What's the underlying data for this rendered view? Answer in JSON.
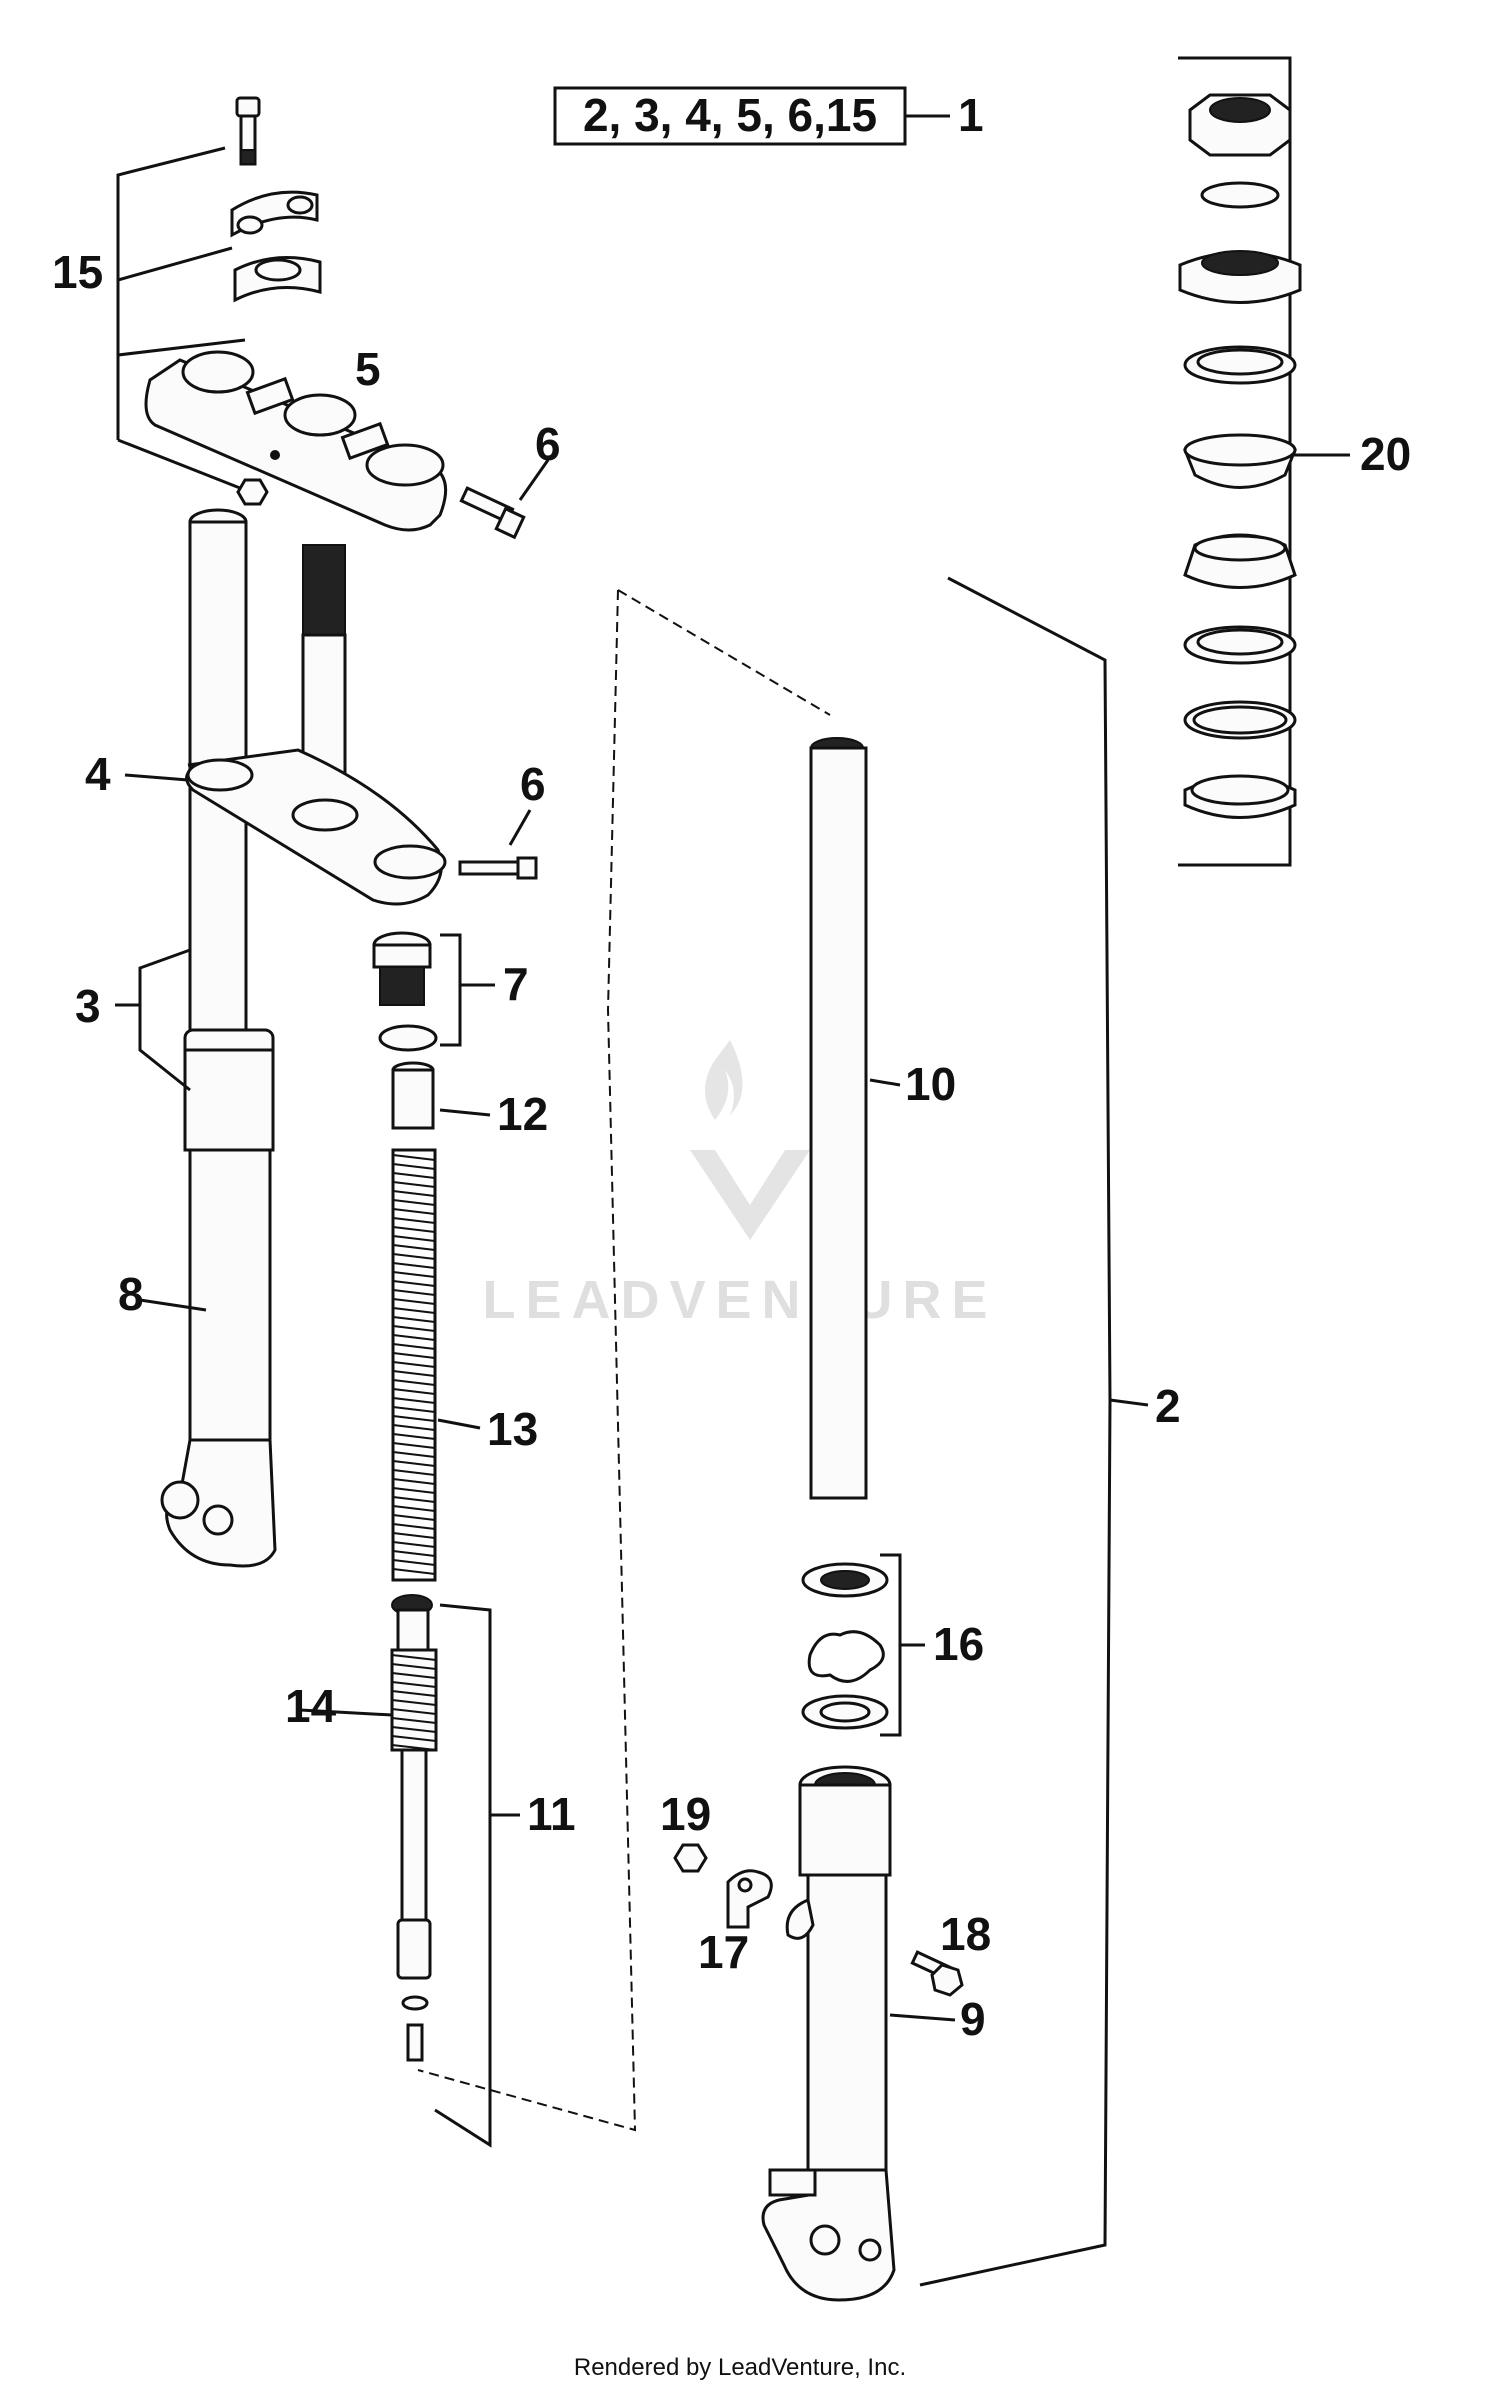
{
  "diagram": {
    "kit_box": "2, 3, 4, 5, 6,15",
    "labels": {
      "p1": "1",
      "p2": "2",
      "p3": "3",
      "p4": "4",
      "p5": "5",
      "p6a": "6",
      "p6b": "6",
      "p7": "7",
      "p8": "8",
      "p9": "9",
      "p10": "10",
      "p11": "11",
      "p12": "12",
      "p13": "13",
      "p14": "14",
      "p15": "15",
      "p16": "16",
      "p17": "17",
      "p18": "18",
      "p19": "19",
      "p20": "20"
    },
    "watermark": "LEADVENTURE",
    "footer": "Rendered by LeadVenture, Inc."
  }
}
